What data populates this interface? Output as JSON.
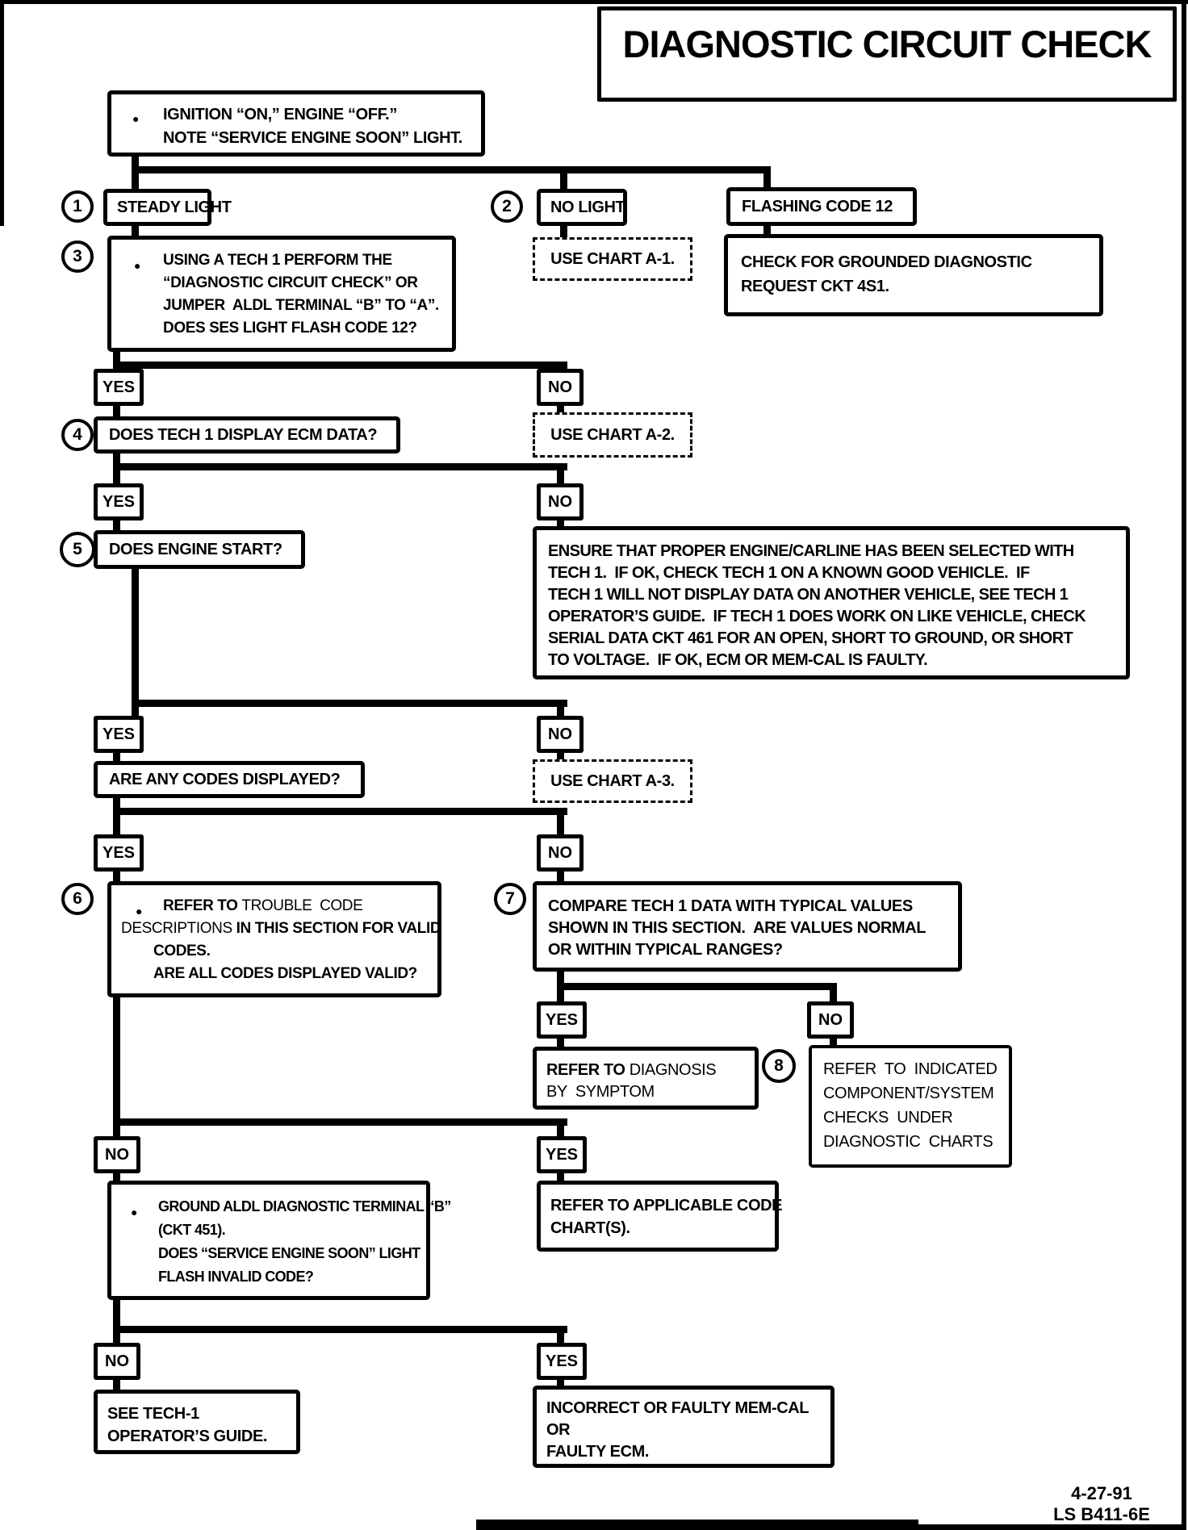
{
  "title": "DIAGNOSTIC CIRCUIT CHECK",
  "colors": {
    "ink": "#000000",
    "paper": "#ffffff"
  },
  "labels": {
    "yes": "YES",
    "no": "NO",
    "bullet": "●"
  },
  "steps": {
    "s1": "1",
    "s2": "2",
    "s3": "3",
    "s4": "4",
    "s5": "5",
    "s6": "6",
    "s7": "7",
    "s8": "8"
  },
  "nodes": {
    "ignition": {
      "l1": "IGNITION “ON,” ENGINE “OFF.”",
      "l2": "NOTE “SERVICE ENGINE SOON” LIGHT."
    },
    "steady_light": {
      "l1": "STEADY LIGHT"
    },
    "no_light": {
      "l1": "NO LIGHT"
    },
    "flashing_code12": {
      "l1": "FLASHING CODE 12"
    },
    "use_chart_a1": {
      "l1": "USE CHART A-1."
    },
    "check_grounded": {
      "l1": "CHECK FOR GROUNDED DIAGNOSTIC",
      "l2": "REQUEST CKT 4S1."
    },
    "tech1_circuit_check": {
      "l1": "USING A TECH 1 PERFORM THE",
      "l2": "“DIAGNOSTIC CIRCUIT CHECK” OR",
      "l3": "JUMPER  ALDL TERMINAL “B” TO “A”.",
      "l4": "DOES SES LIGHT FLASH CODE 12?"
    },
    "use_chart_a2": {
      "l1": "USE CHART A-2."
    },
    "tech1_ecm_data": {
      "l1": "DOES TECH 1 DISPLAY ECM DATA?"
    },
    "ensure_proper": {
      "l1": "ENSURE THAT PROPER ENGINE/CARLINE HAS BEEN SELECTED WITH",
      "l2": "TECH 1.  IF OK, CHECK TECH 1 ON A KNOWN GOOD VEHICLE.  IF",
      "l3": "TECH 1 WILL NOT DISPLAY DATA ON ANOTHER VEHICLE, SEE TECH 1",
      "l4": "OPERATOR’S GUIDE.  IF TECH 1 DOES WORK ON LIKE VEHICLE, CHECK",
      "l5": "SERIAL DATA CKT 461 FOR AN OPEN, SHORT TO GROUND, OR SHORT",
      "l6": "TO VOLTAGE.  IF OK, ECM OR MEM-CAL IS FAULTY."
    },
    "engine_start": {
      "l1": "DOES ENGINE START?"
    },
    "use_chart_a3": {
      "l1": "USE CHART A-3."
    },
    "codes_displayed": {
      "l1": "ARE ANY CODES DISPLAYED?"
    },
    "trouble_code_desc": {
      "l1a": "REFER TO ",
      "l1b": "TROUBLE  CODE",
      "l2a": "DESCRIPTIONS ",
      "l2b": "IN THIS SECTION FOR VALID",
      "l3": "CODES.",
      "l4": "ARE ALL CODES DISPLAYED VALID?"
    },
    "compare_typical": {
      "l1": "COMPARE TECH 1 DATA WITH TYPICAL VALUES",
      "l2": "SHOWN IN THIS SECTION.  ARE VALUES NORMAL",
      "l3": "OR WITHIN TYPICAL RANGES?"
    },
    "diagnosis_by_symptom": {
      "l1a": "REFER TO ",
      "l1b": "DIAGNOSIS",
      "l2": "BY  SYMPTOM"
    },
    "indicated_checks": {
      "l1": "REFER  TO  INDICATED",
      "l2": "COMPONENT/SYSTEM",
      "l3": "CHECKS  UNDER",
      "l4": "DIAGNOSTIC  CHARTS"
    },
    "ground_aldl": {
      "l1": "GROUND ALDL DIAGNOSTIC TERMINAL “B”",
      "l2": "(CKT 451).",
      "l3": "DOES “SERVICE ENGINE SOON” LIGHT",
      "l4": "FLASH INVALID CODE?"
    },
    "applicable_code": {
      "l1": "REFER TO APPLICABLE CODE",
      "l2": "CHART(S)."
    },
    "tech1_guide": {
      "l1": "SEE TECH-1",
      "l2": "OPERATOR’S GUIDE."
    },
    "faulty_memcal": {
      "l1": "INCORRECT OR FAULTY MEM-CAL",
      "l2": "OR",
      "l3": "FAULTY ECM."
    }
  },
  "footer": {
    "date": "4-27-91",
    "code": "LS B411-6E"
  }
}
